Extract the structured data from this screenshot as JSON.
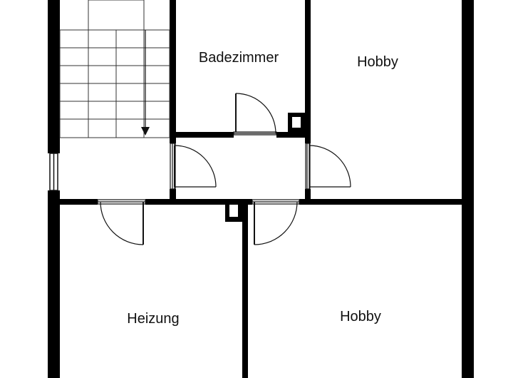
{
  "floor_plan": {
    "rooms": [
      {
        "id": "bathroom",
        "label": "Badezimmer"
      },
      {
        "id": "hobby-top",
        "label": "Hobby"
      },
      {
        "id": "heating",
        "label": "Heizung"
      },
      {
        "id": "hobby-bottom",
        "label": "Hobby"
      }
    ],
    "colors": {
      "wall": "#000000",
      "line": "#111111",
      "background": "#ffffff"
    }
  }
}
